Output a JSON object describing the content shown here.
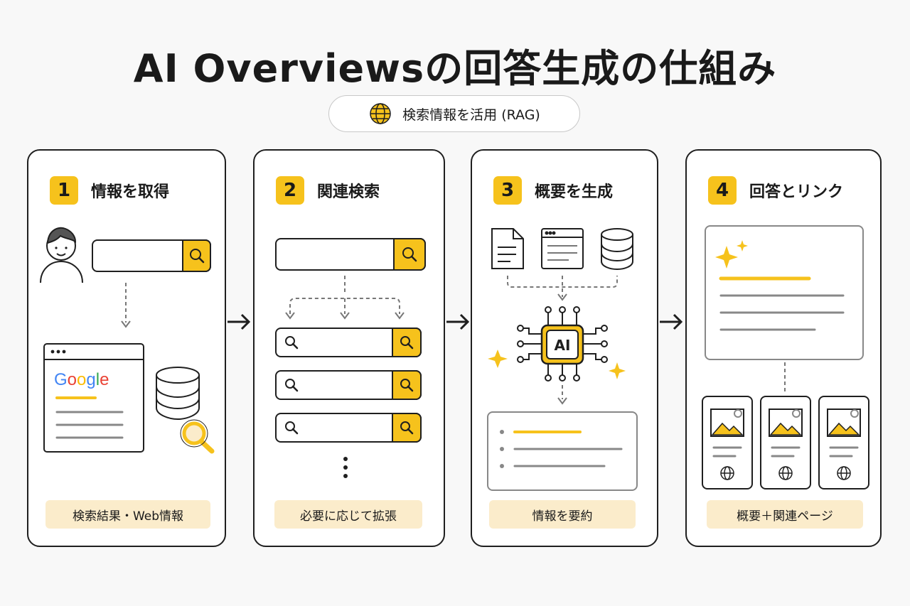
{
  "title": "AI Overviewsの回答生成の仕組み",
  "badge": {
    "icon": "globe-icon",
    "label": "検索情報を活用 (RAG)"
  },
  "steps": [
    {
      "number": "1",
      "title": "情報を取得",
      "footer": "検索結果・Web情報"
    },
    {
      "number": "2",
      "title": "関連検索",
      "footer": "必要に応じて拡張"
    },
    {
      "number": "3",
      "title": "概要を生成",
      "footer": "情報を要約"
    },
    {
      "number": "4",
      "title": "回答とリンク",
      "footer": "概要＋関連ページ"
    }
  ],
  "google_logo": [
    "G",
    "o",
    "o",
    "g",
    "l",
    "e"
  ],
  "ai_chip_label": "AI",
  "colors": {
    "accent": "#f6c21c",
    "footer_bg": "#fbeccb",
    "stroke": "#1f1f1f",
    "google_blue": "#4285f4",
    "google_red": "#ea4335",
    "google_yellow": "#fbbc05",
    "google_green": "#34a853"
  }
}
